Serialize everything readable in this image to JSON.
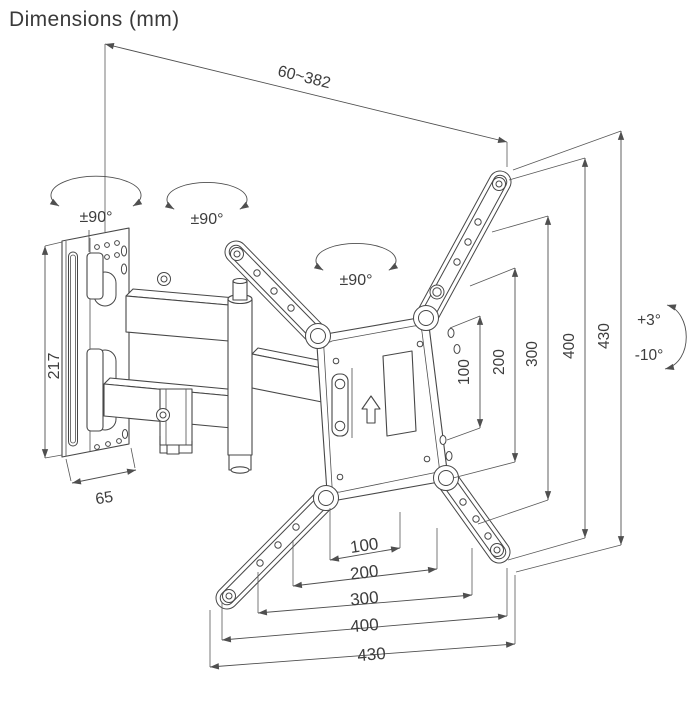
{
  "title": "Dimensions (mm)",
  "colors": {
    "line": "#474747",
    "dimension": "#4f4f4f",
    "text": "#3d3d3d",
    "background": "#ffffff"
  },
  "labels": {
    "extension_range": "60~382",
    "wall_plate_height": "217",
    "wall_plate_depth": "65",
    "tilt_up": "+3°",
    "tilt_down": "-10°"
  },
  "swivel_labels": [
    "±90°",
    "±90°",
    "±90°"
  ],
  "vesa_vertical_mm": [
    "100",
    "200",
    "300",
    "400",
    "430"
  ],
  "vesa_horizontal_mm": [
    "100",
    "200",
    "300",
    "400",
    "430"
  ],
  "icons": {
    "orientation_arrow": "up-arrow-outline",
    "swivel_indicator": "elliptical-rotation-arrow",
    "tilt_indicator": "curved-tilt-arrow"
  }
}
